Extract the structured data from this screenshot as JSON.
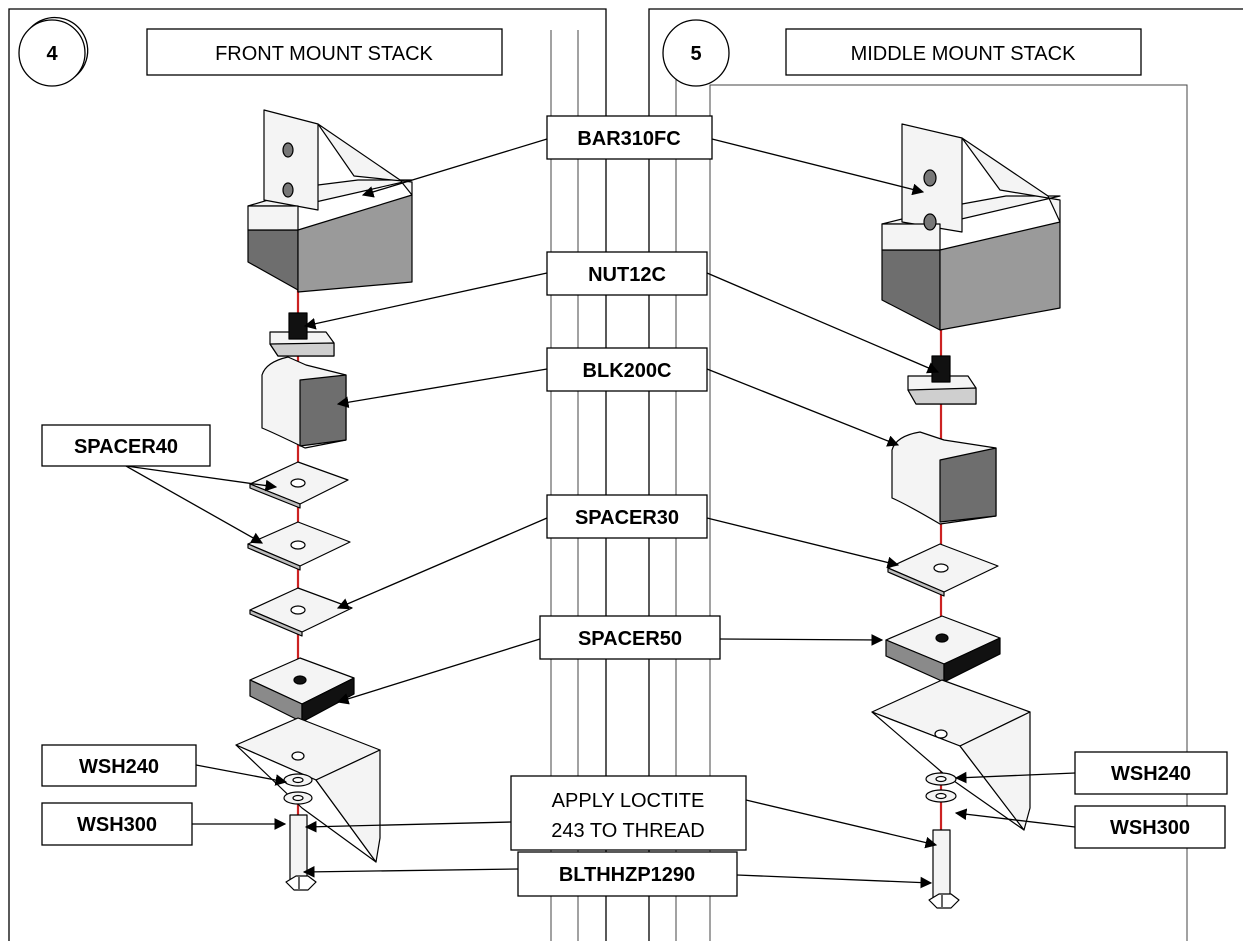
{
  "panels": [
    {
      "step": "4",
      "title": "FRONT MOUNT STACK"
    },
    {
      "step": "5",
      "title": "MIDDLE MOUNT STACK"
    }
  ],
  "labels": {
    "bar": "BAR310FC",
    "nut": "NUT12C",
    "block": "BLK200C",
    "spacer40": "SPACER40",
    "spacer30": "SPACER30",
    "spacer50": "SPACER50",
    "wsh240_front": "WSH240",
    "wsh300_front": "WSH300",
    "wsh240_middle": "WSH240",
    "wsh300_middle": "WSH300",
    "loctite_line1": "APPLY LOCTITE",
    "loctite_line2": "243 TO THREAD",
    "bolt": "BLTHHZP1290"
  },
  "colors": {
    "axis": "#cc2222",
    "part_dark": "#6e6e6e",
    "part_mid": "#9a9a9a",
    "part_light": "#f4f4f4",
    "outline": "#000000"
  }
}
